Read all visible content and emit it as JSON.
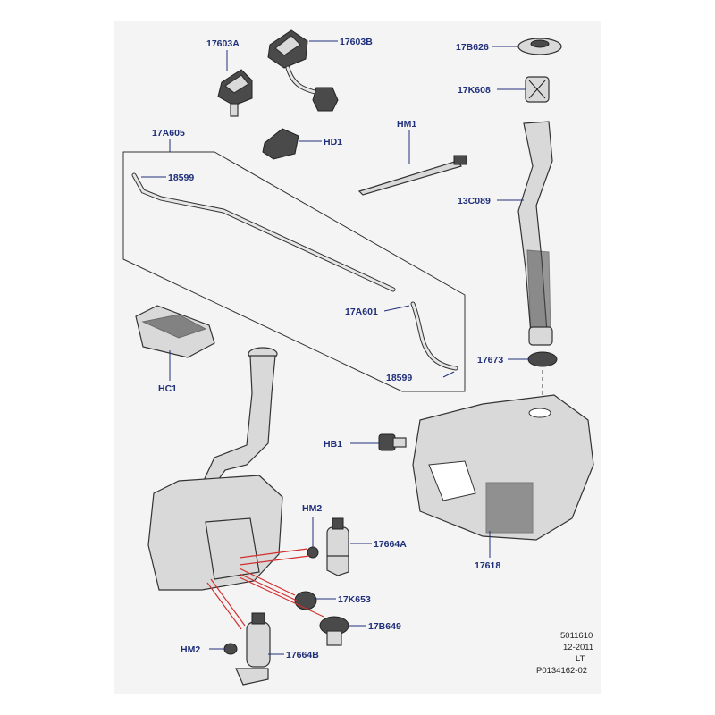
{
  "labels": {
    "p17603A": "17603A",
    "p17603B": "17603B",
    "p17B626": "17B626",
    "p17K608": "17K608",
    "pHM1": "HM1",
    "pHD1": "HD1",
    "p17A605": "17A605",
    "p18599a": "18599",
    "p13C089": "13C089",
    "p17A601": "17A601",
    "pHC1": "HC1",
    "p18599b": "18599",
    "p17673": "17673",
    "pHB1": "HB1",
    "pHM2a": "HM2",
    "p17664A": "17664A",
    "p17618": "17618",
    "p17K653": "17K653",
    "p17B649": "17B649",
    "pHM2b": "HM2",
    "p17664B": "17664B"
  },
  "reference": {
    "line1": "5011610",
    "line2": "12-2011",
    "line3": "LT",
    "line4": "P0134162-02"
  },
  "colors": {
    "label": "#1f2f7a",
    "leader_red": "#d23030",
    "panel": "#f4f4f4"
  }
}
